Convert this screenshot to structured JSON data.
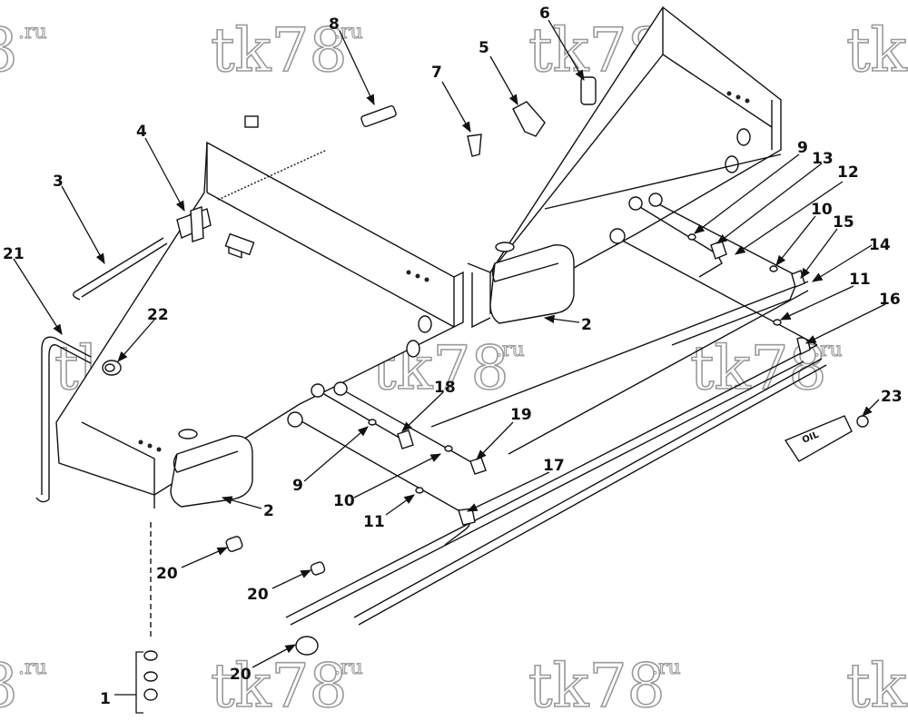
{
  "watermark": {
    "main": "tk78",
    "suffix": ".ru"
  },
  "watermark_partial": "3",
  "oil_tube_label": "OIL",
  "callouts": {
    "c1": "1",
    "c2a": "2",
    "c2b": "2",
    "c3": "3",
    "c4": "4",
    "c5": "5",
    "c6": "6",
    "c7": "7",
    "c8": "8",
    "c9a": "9",
    "c9b": "9",
    "c10a": "10",
    "c10b": "10",
    "c11a": "11",
    "c11b": "11",
    "c12": "12",
    "c13": "13",
    "c14": "14",
    "c15": "15",
    "c16": "16",
    "c17": "17",
    "c18": "18",
    "c19": "19",
    "c20a": "20",
    "c20b": "20",
    "c20c": "20",
    "c21": "21",
    "c22": "22",
    "c23": "23"
  }
}
